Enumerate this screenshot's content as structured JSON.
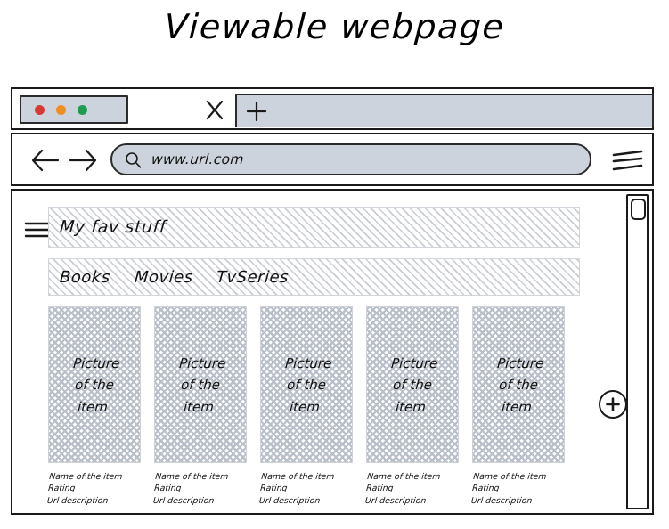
{
  "page": {
    "title": "Viewable webpage"
  },
  "browser": {
    "window_controls": {
      "close_color": "#d63b33",
      "minimize_color": "#ef8e20",
      "maximize_color": "#219a53"
    },
    "tabs": {
      "close_tab_icon": "close-icon",
      "new_tab_icon": "plus-icon"
    },
    "nav": {
      "back_icon": "arrow-left-icon",
      "forward_icon": "arrow-right-icon",
      "search_icon": "magnifier-icon",
      "menu_icon": "hamburger-icon",
      "url_value": "www.url.com",
      "url_placeholder": "www.url.com"
    },
    "scrollbar": {
      "orientation": "vertical",
      "thumb_position": "top"
    }
  },
  "site": {
    "menu_icon": "hamburger-icon",
    "header_title": "My fav stuff",
    "nav_links": [
      {
        "label": "Books"
      },
      {
        "label": "Movies"
      },
      {
        "label": "TvSeries"
      }
    ],
    "add_button_icon": "plus-icon",
    "cards": [
      {
        "image_label_line1": "Picture",
        "image_label_line2": "of the",
        "image_label_line3": "item",
        "name": "Name of the item",
        "rating": "Rating",
        "url_description": "Url description"
      },
      {
        "image_label_line1": "Picture",
        "image_label_line2": "of the",
        "image_label_line3": "item",
        "name": "Name of the item",
        "rating": "Rating",
        "url_description": "Url description"
      },
      {
        "image_label_line1": "Picture",
        "image_label_line2": "of the",
        "image_label_line3": "item",
        "name": "Name of the item",
        "rating": "Rating",
        "url_description": "Url description"
      },
      {
        "image_label_line1": "Picture",
        "image_label_line2": "of the",
        "image_label_line3": "item",
        "name": "Name of the item",
        "rating": "Rating",
        "url_description": "Url description"
      },
      {
        "image_label_line1": "Picture",
        "image_label_line2": "of the",
        "image_label_line3": "item",
        "name": "Name of the item",
        "rating": "Rating",
        "url_description": "Url description"
      }
    ]
  },
  "colors": {
    "chrome_fill": "#ccd3dc",
    "stroke": "#1a1a1a",
    "hatch": "#b9bfc8"
  }
}
